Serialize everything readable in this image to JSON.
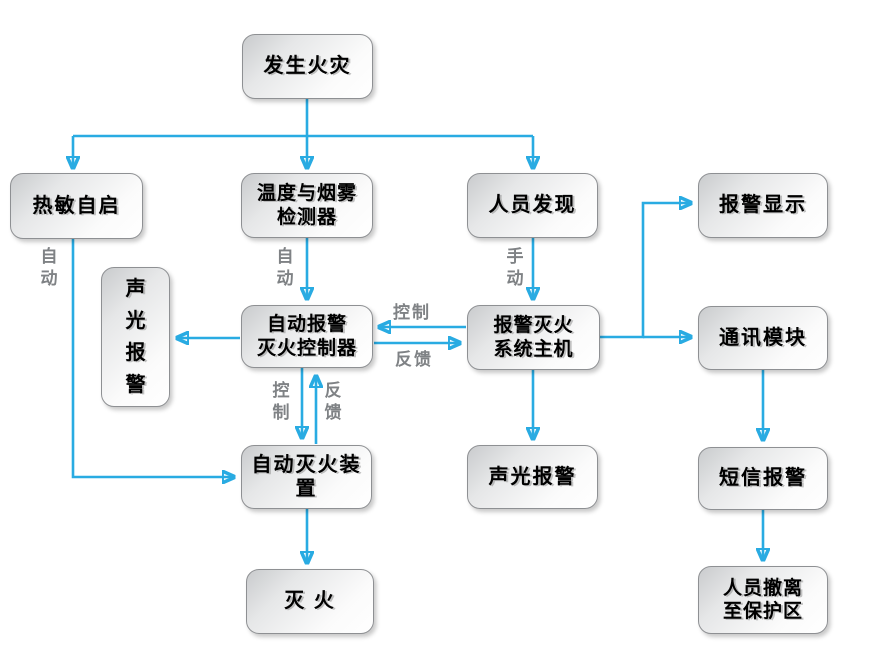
{
  "diagram": {
    "background_color": "#ffffff",
    "arrow_color": "#29abe2",
    "edge_label_color": "#7f8285",
    "node_border_color": "#8e9093",
    "node_fill_gradient": [
      "#c9cbcd",
      "#ffffff"
    ],
    "node_text_color": "#000000"
  },
  "nodes": {
    "fire_occurs": "发生火灾",
    "thermal_autostart": "热敏自启",
    "temp_smoke_detector": "温度与烟雾\n检测器",
    "person_discovery": "人员发现",
    "alarm_display": "报警显示",
    "sound_light_alarm_left": "声光报警",
    "auto_alarm_controller": "自动报警\n灭火控制器",
    "alarm_system_host": "报警灭火\n系统主机",
    "comm_module": "通讯模块",
    "auto_extinguish_device": "自动灭火装置",
    "sound_light_alarm_bottom": "声光报警",
    "sms_alarm": "短信报警",
    "extinguish": "灭 火",
    "evacuate": "人员撤离\n至保护区"
  },
  "edge_labels": {
    "auto_left": "自动",
    "auto_middle": "自动",
    "manual": "手动",
    "control_horizontal": "控制",
    "feedback_horizontal": "反馈",
    "control_vertical": "控制",
    "feedback_vertical": "反馈"
  }
}
